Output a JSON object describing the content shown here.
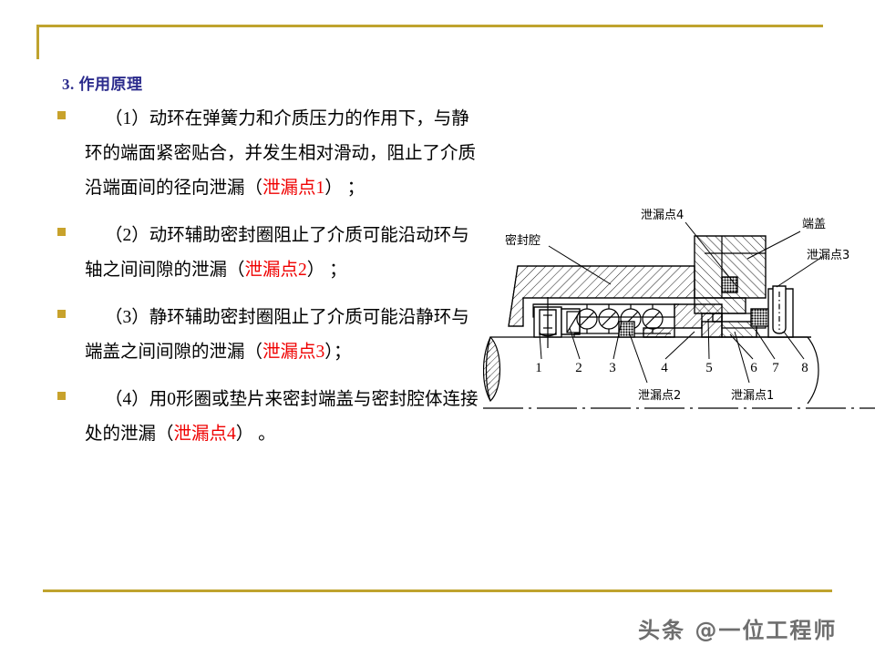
{
  "slide": {
    "title": "3. 作用原理",
    "accent_gold": "#bfa32e",
    "title_color": "#2b2b8c",
    "highlight_color": "#ef0000",
    "background": "#ffffff"
  },
  "bullets": [
    {
      "pre": "（1）动环在弹簧力和介质压力的作用下，与静环的端面紧密贴合，并发生相对滑动，阻止了介质沿端面间的径向泄漏（",
      "mark": "泄漏点1",
      "post": "）  ；"
    },
    {
      "pre": "（2）动环辅助密封圈阻止了介质可能沿动环与轴之间间隙的泄漏（",
      "mark": "泄漏点2",
      "post": "）  ；"
    },
    {
      "pre": "（3）静环辅助密封圈阻止了介质可能沿静环与端盖之间间隙的泄漏（",
      "mark": "泄漏点3",
      "post": "）；"
    },
    {
      "pre": "（4）用0形圈或垫片来密封端盖与密封腔体连接处的泄漏（",
      "mark": "泄漏点4",
      "post": "）  。"
    }
  ],
  "figure": {
    "callouts": {
      "seal_chamber": "密封腔",
      "leak_point_4": "泄漏点4",
      "end_cover": "端盖",
      "leak_point_3": "泄漏点3",
      "leak_point_2": "泄漏点2",
      "leak_point_1": "泄漏点1"
    },
    "part_numbers": [
      "1",
      "2",
      "3",
      "4",
      "5",
      "6",
      "7",
      "8"
    ]
  },
  "watermark": {
    "text": "头条 @一位工程师"
  }
}
